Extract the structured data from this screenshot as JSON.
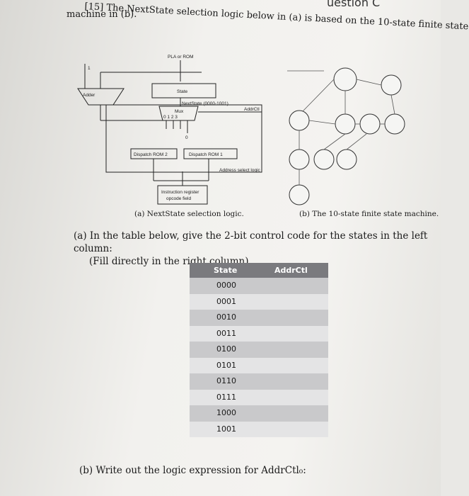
{
  "header": {
    "corner_tag": "uestion C"
  },
  "question": {
    "number_fragment": "[15]",
    "title_line1": "The NextState selection logic below in (a) is based on the 10-state finite state",
    "title_line2": "machine in (b)."
  },
  "diagram_labels": {
    "pla": "PLA or ROM",
    "adder": "Adder",
    "state": "State",
    "nextstate": "NextState (0000-1001)",
    "mux": "Mux",
    "mux_inputs": "0  1  2  3",
    "zero": "0",
    "addrctl": "AddrCtl",
    "dispatch2": "Dispatch ROM 2",
    "dispatch1": "Dispatch ROM 1",
    "address_select": "Address select logic",
    "instr_reg": "Instruction register",
    "opcode": "opcode field",
    "one": "1"
  },
  "captions": {
    "a": "(a) NextState selection logic.",
    "b": "(b) The 10-state finite state machine."
  },
  "part_a": {
    "line1": "(a) In the table below, give the 2-bit control code for the states in the left column:",
    "line2": "(Fill directly in the right column)"
  },
  "table": {
    "col_state": "State",
    "col_addrctl": "AddrCtl",
    "states": [
      "0000",
      "0001",
      "0010",
      "0011",
      "0100",
      "0101",
      "0110",
      "0111",
      "1000",
      "1001"
    ]
  },
  "part_b": {
    "text": "(b) Write out the logic expression for AddrCtl₀:"
  }
}
